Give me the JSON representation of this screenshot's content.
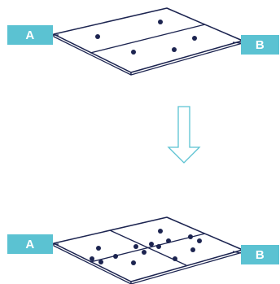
{
  "colors": {
    "accent": "#5bc2d2",
    "outline": "#1c2450",
    "dot": "#1c2450",
    "panel_fill": "#ffffff"
  },
  "stages": [
    {
      "id": "before",
      "left_label": "A",
      "right_label": "B",
      "dot_count": 5
    },
    {
      "id": "after",
      "left_label": "A",
      "right_label": "B",
      "dot_count": 15
    }
  ],
  "transition_icon": "down-arrow-icon"
}
